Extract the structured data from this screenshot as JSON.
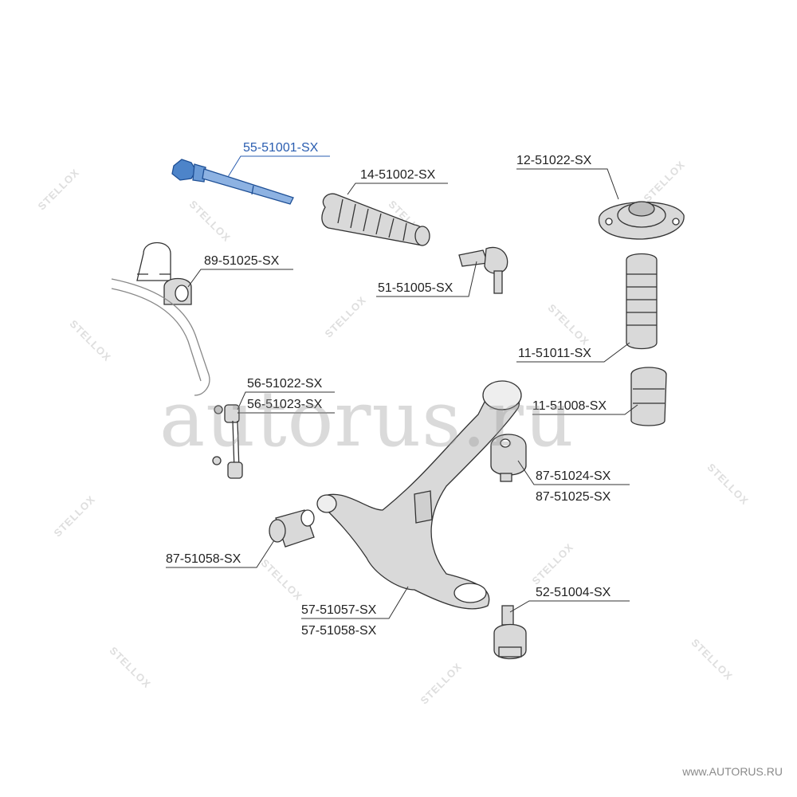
{
  "labels": {
    "tie_rod": "55-51001-SX",
    "boot": "14-51002-SX",
    "top_mount": "12-51022-SX",
    "stab_bush": "89-51025-SX",
    "tie_rod_end": "51-51005-SX",
    "dust_cover": "11-51011-SX",
    "link_a": "56-51022-SX",
    "link_b": "56-51023-SX",
    "bump_stop": "11-51008-SX",
    "bush_a": "87-51024-SX",
    "bush_b": "87-51025-SX",
    "arm_bush": "87-51058-SX",
    "ball_joint": "52-51004-SX",
    "arm_a": "57-51057-SX",
    "arm_b": "57-51058-SX"
  },
  "watermark": {
    "main": "autorus.ru",
    "footer": "www.AUTORUS.RU",
    "brand": "STELLOX"
  },
  "colors": {
    "highlight": "#2a5db0",
    "part_fill": "#d9d9d9",
    "line": "#333333"
  }
}
